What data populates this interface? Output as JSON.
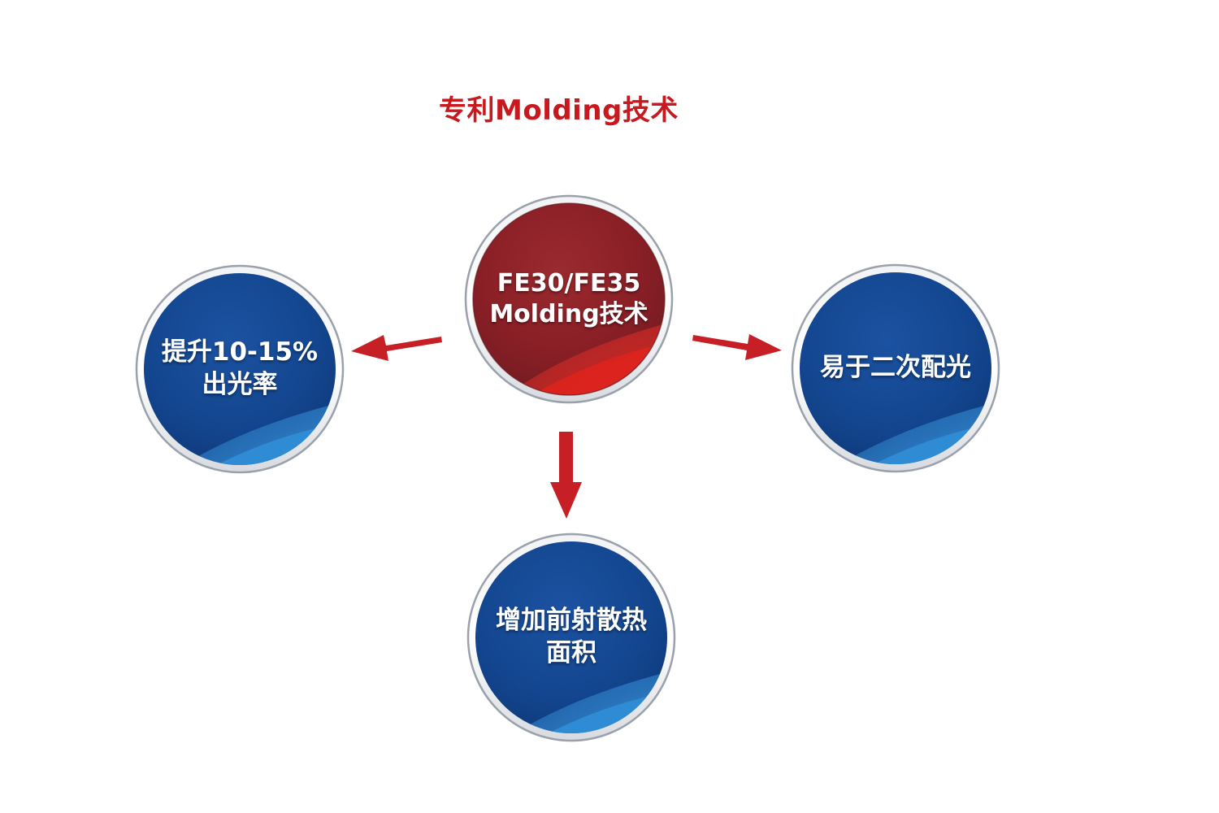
{
  "title": "专利Molding技术",
  "nodes": {
    "center": {
      "lines": [
        "FE30/FE35",
        "Molding技术"
      ]
    },
    "left": {
      "lines": [
        "提升10-15%",
        "出光率"
      ]
    },
    "right": {
      "lines": [
        "易于二次配光"
      ]
    },
    "bottom": {
      "lines": [
        "增加前射散热",
        "面积"
      ]
    }
  },
  "colors": {
    "title": "#c8191f",
    "center_circle_dark": "#7e1e24",
    "center_circle_light": "#d6231f",
    "blue_circle_dark": "#123f86",
    "blue_circle_light": "#2d86d3",
    "ring": "#b9bfc8",
    "arrow": "#c62026"
  }
}
